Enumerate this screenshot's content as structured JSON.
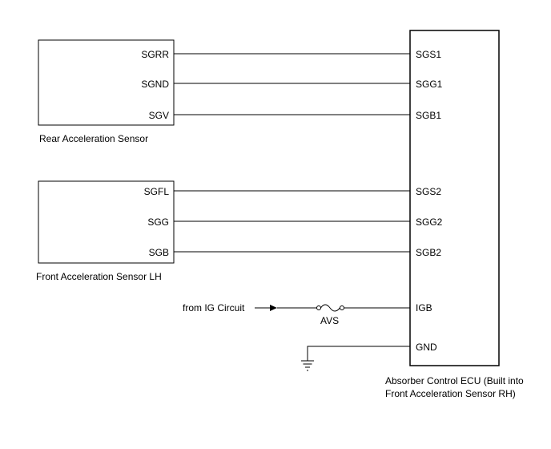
{
  "rear_sensor": {
    "label": "Rear Acceleration Sensor",
    "pins": [
      "SGRR",
      "SGND",
      "SGV"
    ]
  },
  "front_sensor": {
    "label": "Front Acceleration Sensor LH",
    "pins": [
      "SGFL",
      "SGG",
      "SGB"
    ]
  },
  "ecu": {
    "label_line1": "Absorber Control ECU (Built into",
    "label_line2": "Front Acceleration Sensor RH)",
    "pins_rear": [
      "SGS1",
      "SGG1",
      "SGB1"
    ],
    "pins_front": [
      "SGS2",
      "SGG2",
      "SGB2"
    ],
    "pin_igb": "IGB",
    "pin_gnd": "GND"
  },
  "power": {
    "source_label": "from IG Circuit",
    "fuse_label": "AVS"
  },
  "icons": {
    "ground": "ground-icon",
    "fuse": "fuse-icon",
    "arrow": "arrow-right-icon"
  }
}
